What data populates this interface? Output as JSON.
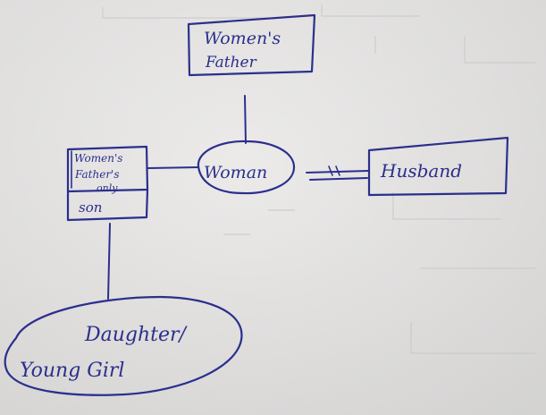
{
  "nodes": {
    "womens_father": {
      "line1": "Women's",
      "line2": "Father"
    },
    "womens_fathers_only_son": {
      "line1": "Women's",
      "line2": "Father's",
      "line3": "only",
      "line4": "son"
    },
    "woman": {
      "label": "Woman"
    },
    "husband": {
      "label": "Husband"
    },
    "daughter": {
      "line1": "Daughter/",
      "line2": "Young Girl"
    }
  },
  "edges": {
    "marriage_mark": "="
  },
  "colors": {
    "ink": "#2b2f8c",
    "paper": "#e6e5e4"
  }
}
